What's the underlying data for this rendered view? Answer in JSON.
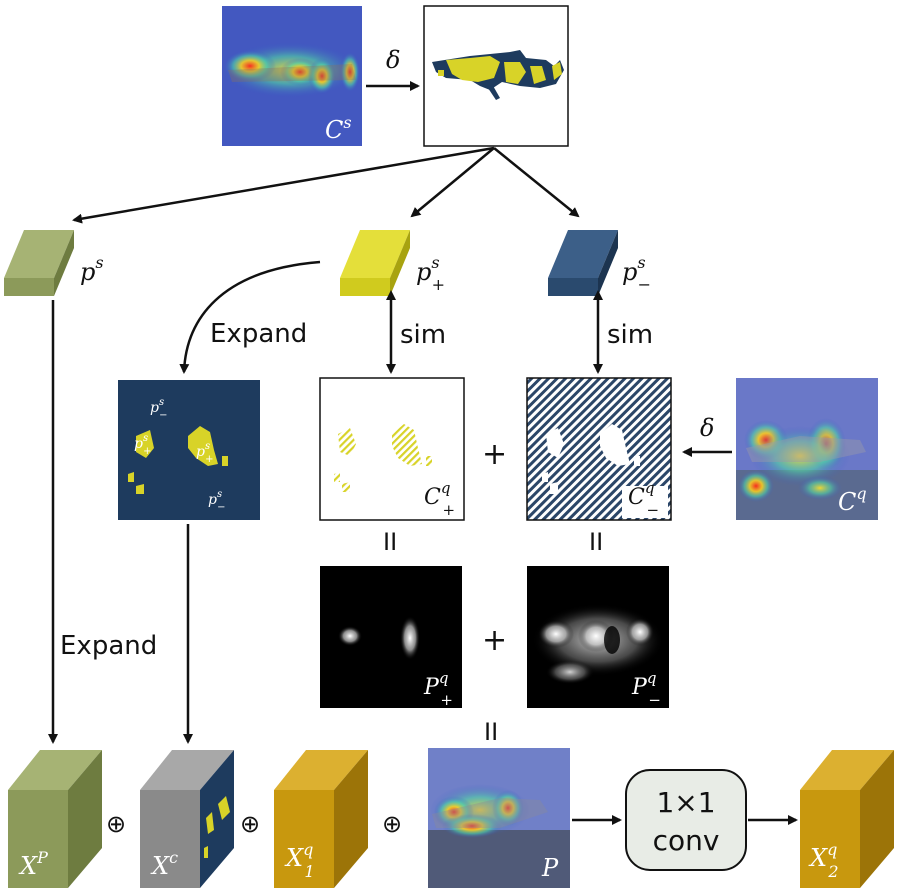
{
  "colors": {
    "olive": "#8c9a5a",
    "yellow": "#d8d328",
    "navy": "#2a4a6e",
    "gold": "#c8980e",
    "gray": "#8a8a8a",
    "dark_navy": "#1e3b5e"
  },
  "labels": {
    "delta_top": "δ",
    "delta_right": "δ",
    "cs": "C",
    "cs_sup": "s",
    "ps": "p",
    "ps_sup": "s",
    "psplus": "p",
    "psplus_sup": "s",
    "psplus_sub": "+",
    "psminus": "p",
    "psminus_sup": "s",
    "psminus_sub": "−",
    "expand_mid": "Expand",
    "expand_left": "Expand",
    "sim_left": "sim",
    "sim_right": "sim",
    "plus_1": "+",
    "plus_2": "+",
    "eq_1": "II",
    "eq_2": "II",
    "eq_3": "II",
    "cq_plus": "C",
    "cq_plus_sup": "q",
    "cq_plus_sub": "+",
    "cq_minus": "C",
    "cq_minus_sup": "q",
    "cq_minus_sub": "−",
    "cq": "C",
    "cq_sup": "q",
    "pq_plus": "P",
    "pq_plus_sup": "q",
    "pq_plus_sub": "+",
    "pq_minus": "P",
    "pq_minus_sup": "q",
    "pq_minus_sub": "−",
    "mask_p_minus_top": "p",
    "mask_p_minus_top_sup": "s",
    "mask_p_minus_top_sub": "−",
    "mask_p_plus_left": "p",
    "mask_p_plus_left_sup": "s",
    "mask_p_plus_left_sub": "+",
    "mask_p_plus_right": "p",
    "mask_p_plus_right_sup": "s",
    "mask_p_plus_right_sub": "+",
    "mask_p_minus_bottom": "p",
    "mask_p_minus_bottom_sup": "s",
    "mask_p_minus_bottom_sub": "−",
    "xp": "X",
    "xp_sup": "P",
    "xc": "X",
    "xc_sup": "c",
    "xq1": "X",
    "xq1_sup": "q",
    "xq1_sub": "1",
    "p_map": "P",
    "xq2": "X",
    "xq2_sup": "q",
    "xq2_sub": "2",
    "oplus_1": "⊕",
    "oplus_2": "⊕",
    "oplus_3": "⊕",
    "conv_line1": "1×1",
    "conv_line2": "conv"
  }
}
